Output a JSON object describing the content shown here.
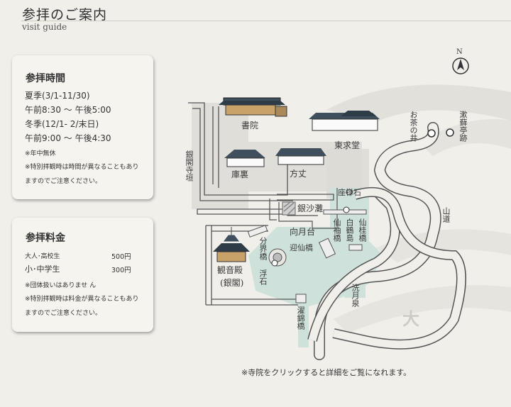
{
  "header": {
    "title": "参拝のご案内",
    "subtitle": "visit guide"
  },
  "hours_card": {
    "title": "参拝時間",
    "lines": [
      "夏季(3/1-11/30)",
      "午前8:30 ～ 午後5:00",
      "冬季(12/1- 2/末日)",
      "午前9:00 ～ 午後4:30"
    ],
    "notes": [
      "※年中無休",
      "※特別拝観時は時間が異なることもあり",
      "ますのでご注意ください。"
    ]
  },
  "fee_card": {
    "title": "参拝料金",
    "rows": [
      {
        "label": "大人･高校生",
        "price": "500円"
      },
      {
        "label": "小･中学生",
        "price": "300円"
      }
    ],
    "notes": [
      "※団体扱いはありませ ん",
      "※特別拝観時は料金が異なることもあり",
      "ますのでご注意ください。"
    ]
  },
  "map": {
    "compass": "N",
    "shoin": "書院",
    "tougudou": "東求堂",
    "kuri": "庫裏",
    "houjou": "方丈",
    "gingaku_gaki": "銀閣寺垣",
    "ginshadan": "銀沙灘",
    "kougetsudai": "向月台",
    "senzaishi": "座禅石",
    "senkeikyou": "仙桂橋",
    "hakkakujima": "白鶴島",
    "senkikyo": "仙袖橋",
    "gesenkyo": "迎仙橋",
    "bunkaikyo": "分界橋",
    "ukiishi": "浮石",
    "kannonden": "観音殿",
    "ginkaku": "(銀閣)",
    "senyousen": "洗月泉",
    "ryuukyou": "濯錦橋",
    "ochanoi": "お茶の井",
    "hyoutei": "漱藓亭跡",
    "sandou": "山道",
    "dai": "大"
  },
  "notice": "※寺院をクリックすると詳細をご覧になれます。"
}
